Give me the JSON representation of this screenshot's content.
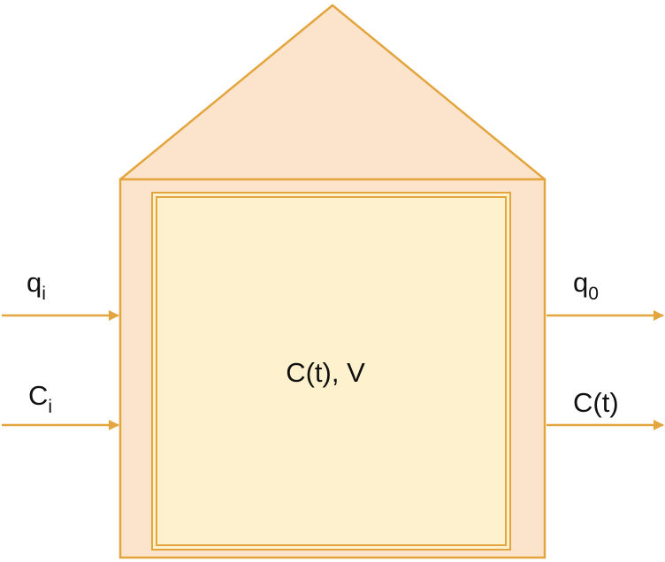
{
  "diagram": {
    "center_label": "C(t), V",
    "inputs": [
      {
        "base": "q",
        "sub": "i"
      },
      {
        "base": "C",
        "sub": "i"
      }
    ],
    "outputs": [
      {
        "base": "q",
        "sub": "0"
      },
      {
        "base": "C(t)",
        "sub": ""
      }
    ]
  },
  "colors": {
    "outer_fill": "#fce3cc",
    "inner_fill": "#fdf2cd",
    "stroke": "#e3a63e",
    "arrow": "#e3a63e",
    "text": "#111111"
  }
}
